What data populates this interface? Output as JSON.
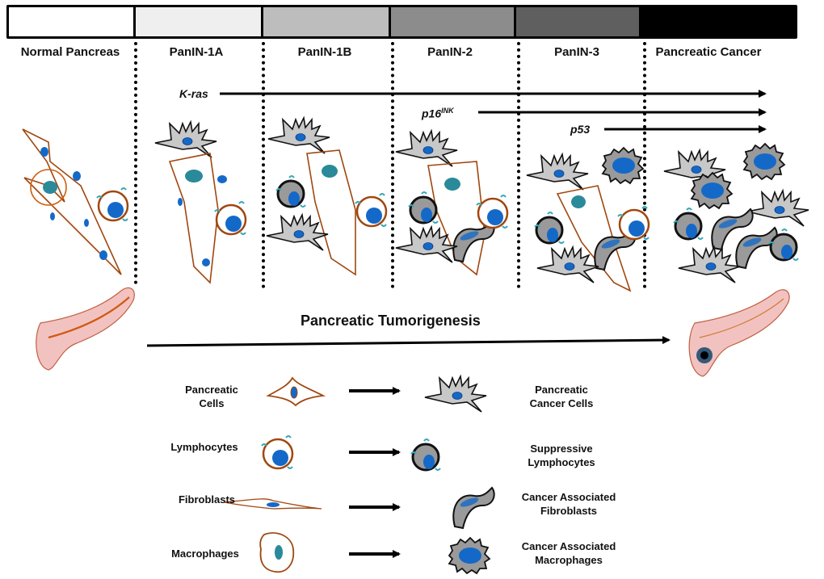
{
  "stages": [
    {
      "label": "Normal Pancreas",
      "shade": "#ffffff"
    },
    {
      "label": "PanIN-1A",
      "shade": "#efefef"
    },
    {
      "label": "PanIN-1B",
      "shade": "#bdbdbd"
    },
    {
      "label": "PanIN-2",
      "shade": "#8c8c8c"
    },
    {
      "label": "PanIN-3",
      "shade": "#5f5f5f"
    },
    {
      "label": "Pancreatic Cancer",
      "shade": "#000000"
    }
  ],
  "genes": [
    {
      "name": "K-ras",
      "sup": ""
    },
    {
      "name": "p16",
      "sup": "INK"
    },
    {
      "name": "p53",
      "sup": ""
    }
  ],
  "process_label": "Pancreatic Tumorigenesis",
  "legend": [
    {
      "from": "Pancreatic\nCells",
      "to": "Pancreatic\nCancer Cells",
      "from_lines": [
        "Pancreatic",
        "Cells"
      ],
      "to_lines": [
        "Pancreatic",
        "Cancer Cells"
      ]
    },
    {
      "from_lines": [
        "Lymphocytes"
      ],
      "to_lines": [
        "Suppressive",
        "Lymphocytes"
      ]
    },
    {
      "from_lines": [
        "Fibroblasts"
      ],
      "to_lines": [
        "Cancer Associated",
        "Fibroblasts"
      ]
    },
    {
      "from_lines": [
        "Macrophages"
      ],
      "to_lines": [
        "Cancer Associated",
        "Macrophages"
      ]
    }
  ],
  "colors": {
    "normal_outline": "#a0470f",
    "nucleus": "#1469c8",
    "cancer_fill": "#c8c8c8",
    "caf_fill": "#9a9a9a",
    "receptor": "#3aa7b8",
    "pancreas_fill": "#f2c2c0"
  }
}
